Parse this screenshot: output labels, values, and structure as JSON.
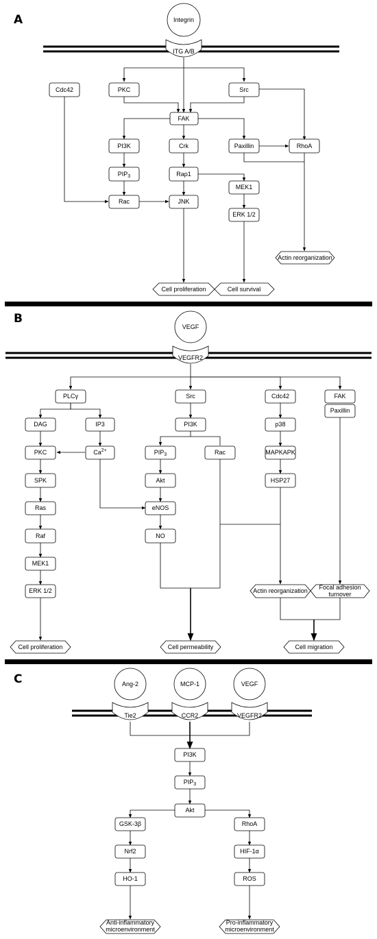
{
  "panel_labels": {
    "a": "A",
    "b": "B",
    "c": "C"
  },
  "panel_a": {
    "integrin": "Integrin",
    "itg_ab": "ITG A/B",
    "cdc42": "Cdc42",
    "pkc": "PKC",
    "src": "Src",
    "fak": "FAK",
    "pi3k": "PI3K",
    "crk": "Crk",
    "paxillin": "Paxillin",
    "rhoa": "RhoA",
    "pip3_main": "PIP",
    "pip3_sub": "3",
    "rap1": "Rap1",
    "mek1": "MEK1",
    "rac": "Rac",
    "jnk": "JNK",
    "erk": "ERK 1/2",
    "actin": "Actin reorganization",
    "proliferation": "Cell proliferation",
    "survival": "Cell survival"
  },
  "panel_b": {
    "vegf": "VEGF",
    "vegfr2": "VEGFR2",
    "plcy": "PLCγ",
    "src": "Src",
    "cdc42": "Cdc42",
    "fak": "FAK",
    "paxillin": "Paxillin",
    "dag": "DAG",
    "ip3": "IP3",
    "pi3k": "PI3K",
    "p38": "p38",
    "pkc": "PKC",
    "ca_main": "Ca",
    "ca_sup": "2+",
    "pip3_main": "PIP",
    "pip3_sub": "3",
    "rac": "Rac",
    "mapkapk": "MAPKAPK",
    "spk": "SPK",
    "akt": "Akt",
    "hsp27": "HSP27",
    "ras": "Ras",
    "enos": "eNOS",
    "raf": "Raf",
    "no": "NO",
    "mek1": "MEK1",
    "erk": "ERK 1/2",
    "actin": "Actin reorganization",
    "focal_line1": "Focal adhesion",
    "focal_line2": "turnover",
    "proliferation": "Cell proliferation",
    "permeability": "Cell permeability",
    "migration": "Cell migration"
  },
  "panel_c": {
    "ang2": "Ang-2",
    "mcp1": "MCP-1",
    "vegf": "VEGF",
    "tie2": "Tie2",
    "ccr2": "CCR2",
    "vegfr2": "VEGFR2",
    "pi3k": "PI3K",
    "pip3_main": "PIP",
    "pip3_sub": "3",
    "akt": "Akt",
    "gsk3b": "GSK-3β",
    "rhoa": "RhoA",
    "nrf2": "Nrf2",
    "hif1a": "HIF-1α",
    "ho1": "HO-1",
    "ros": "ROS",
    "anti_line1": "Anti-inflammatory",
    "anti_line2": "microenvironment",
    "pro_line1": "Pro-inflammatory",
    "pro_line2": "microenvironment"
  }
}
